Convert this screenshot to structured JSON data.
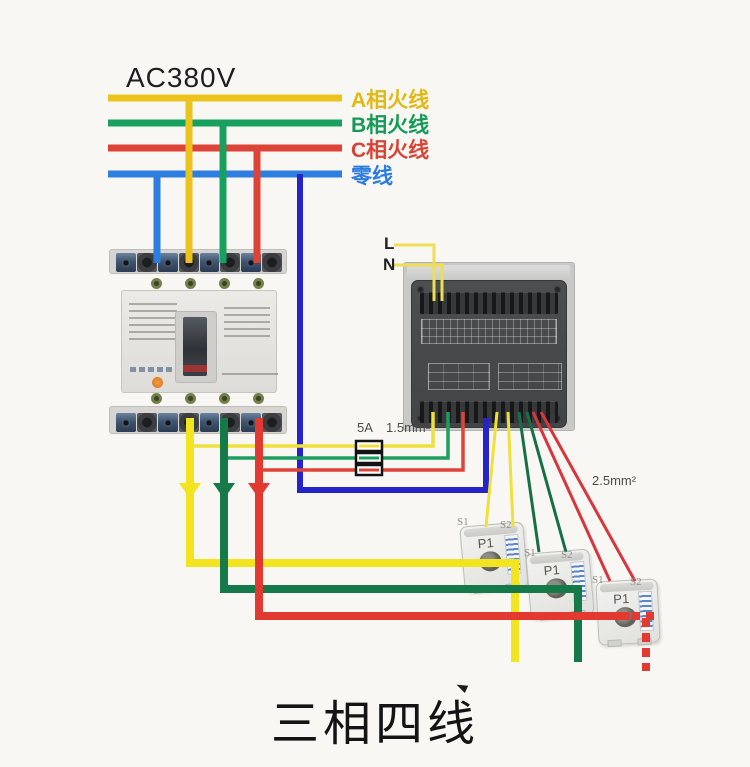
{
  "diagram": {
    "title": "三相四线",
    "source_label": "AC380V",
    "bus": {
      "phase_a": {
        "label": "A相火线",
        "color": "#e9c41e"
      },
      "phase_b": {
        "label": "B相火线",
        "color": "#169a58"
      },
      "phase_c": {
        "label": "C相火线",
        "color": "#d84335"
      },
      "neutral": {
        "label": "零线",
        "color": "#2b7ce0"
      }
    },
    "meter": {
      "line_terminal_label": "L",
      "neutral_terminal_label": "N"
    },
    "fuse_block": {
      "rating": "5A",
      "wire_gauge": "1.5mm²"
    },
    "ct_circuit": {
      "wire_gauge": "2.5mm²"
    },
    "cts": [
      {
        "p1": "P1",
        "s1": "S1",
        "s2": "S2"
      },
      {
        "p1": "P1",
        "s1": "S1",
        "s2": "S2"
      },
      {
        "p1": "P1",
        "s1": "S1",
        "s2": "S2"
      }
    ],
    "wire_colors": {
      "phase_a_power": "#f2e41f",
      "phase_b_power": "#15794a",
      "phase_c_power": "#e23a30",
      "neutral_feed": "#2524c6",
      "sense_yellow": "#f0e13a",
      "sense_green": "#1c9e5f",
      "sense_red": "#e04338",
      "ln_pale_yellow": "#efdd55"
    }
  }
}
